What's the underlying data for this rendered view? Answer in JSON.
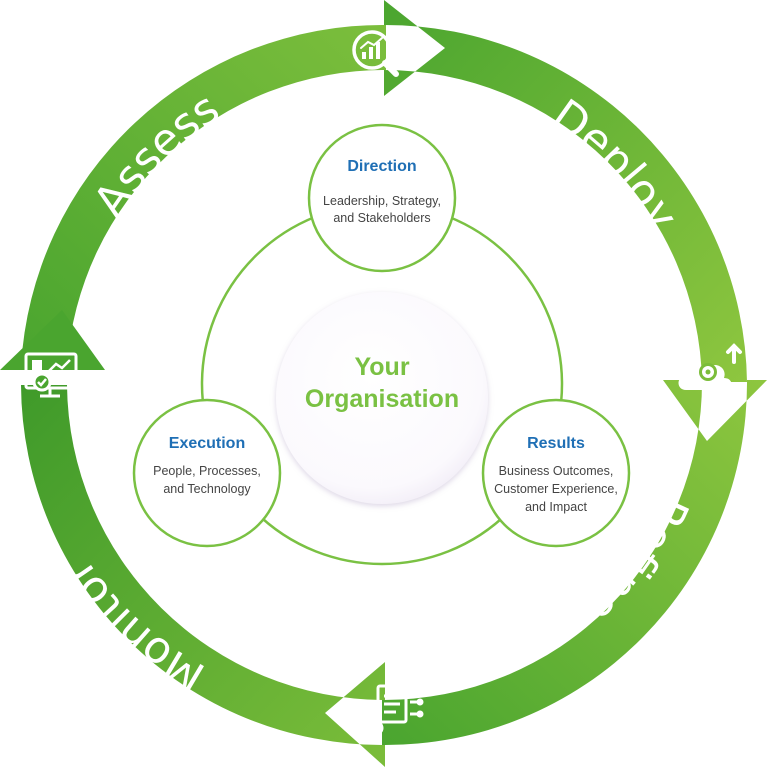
{
  "colors": {
    "ring_dark": "#3f9a2a",
    "ring_light": "#8ec63f",
    "title_blue": "#1f6fb5",
    "org_green": "#7ac143",
    "outline_green": "#6cb33f"
  },
  "cycle": {
    "stages": [
      {
        "id": "assess",
        "label": "Assess",
        "icon": "magnifier-chart-icon"
      },
      {
        "id": "deploy",
        "label": "Deploy",
        "icon": "cloud-gear-upload-icon"
      },
      {
        "id": "refine",
        "label": "Refine",
        "icon": "document-gear-flow-icon"
      },
      {
        "id": "monitor",
        "label": "Monitor",
        "icon": "monitor-dashboard-check-icon"
      }
    ]
  },
  "core": {
    "line1": "Your",
    "line2": "Organisation"
  },
  "nodes": {
    "direction": {
      "title": "Direction",
      "line1": "Leadership, Strategy,",
      "line2": "and Stakeholders"
    },
    "execution": {
      "title": "Execution",
      "line1": "People, Processes,",
      "line2": "and Technology"
    },
    "results": {
      "title": "Results",
      "line1": "Business Outcomes,",
      "line2": "Customer Experience,",
      "line3": "and Impact"
    }
  }
}
